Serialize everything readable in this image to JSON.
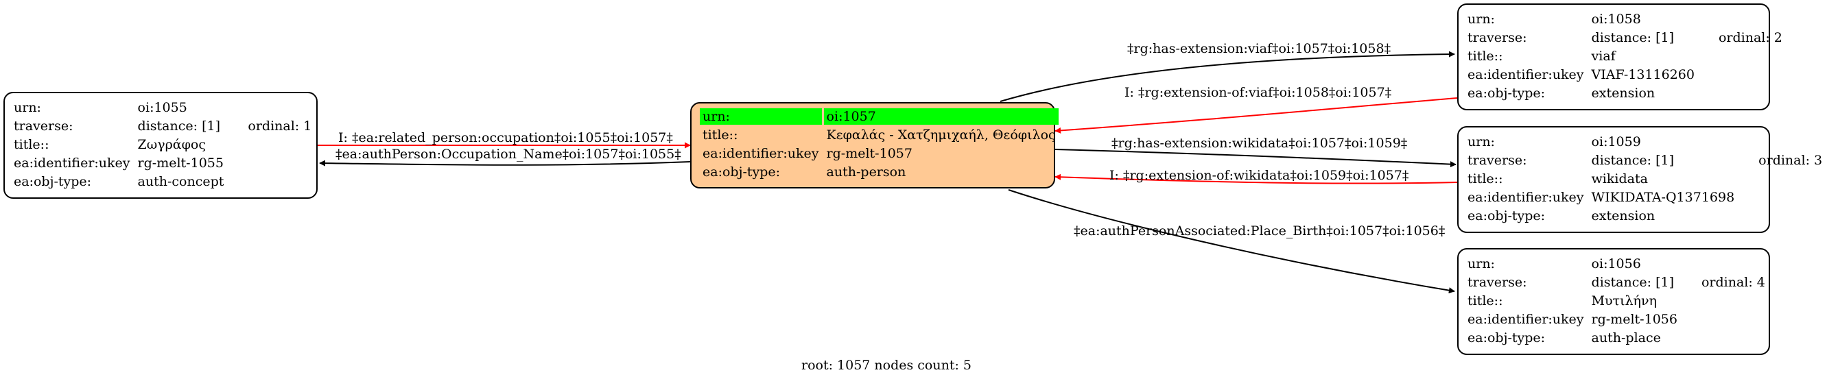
{
  "nodes": {
    "n1055": {
      "rows": [
        {
          "key": "urn:",
          "value": "oi:1055"
        },
        {
          "key": "traverse:",
          "value": "distance: [1]",
          "extra": "ordinal: 1"
        },
        {
          "key": "title::",
          "value": "Ζωγράφος"
        },
        {
          "key": "ea:identifier:ukey",
          "value": "rg-melt-1055"
        },
        {
          "key": "ea:obj-type:",
          "value": "auth-concept"
        }
      ]
    },
    "n1057": {
      "rows": [
        {
          "key": "urn:",
          "value": "oi:1057"
        },
        {
          "key": "title::",
          "value": "Κεφαλάς - Χατζημιχαήλ, Θεόφιλος"
        },
        {
          "key": "ea:identifier:ukey",
          "value": "rg-melt-1057"
        },
        {
          "key": "ea:obj-type:",
          "value": "auth-person"
        }
      ]
    },
    "n1058": {
      "rows": [
        {
          "key": "urn:",
          "value": "oi:1058"
        },
        {
          "key": "traverse:",
          "value": "distance: [1]",
          "extra": "ordinal: 2"
        },
        {
          "key": "title::",
          "value": "viaf"
        },
        {
          "key": "ea:identifier:ukey",
          "value": "VIAF-13116260"
        },
        {
          "key": "ea:obj-type:",
          "value": "extension"
        }
      ]
    },
    "n1059": {
      "rows": [
        {
          "key": "urn:",
          "value": "oi:1059"
        },
        {
          "key": "traverse:",
          "value": "distance: [1]",
          "extra": "ordinal: 3"
        },
        {
          "key": "title::",
          "value": "wikidata"
        },
        {
          "key": "ea:identifier:ukey",
          "value": "WIKIDATA-Q1371698"
        },
        {
          "key": "ea:obj-type:",
          "value": "extension"
        }
      ]
    },
    "n1056": {
      "rows": [
        {
          "key": "urn:",
          "value": "oi:1056"
        },
        {
          "key": "traverse:",
          "value": "distance: [1]",
          "extra": "ordinal: 4"
        },
        {
          "key": "title::",
          "value": "Μυτιλήνη"
        },
        {
          "key": "ea:identifier:ukey",
          "value": "rg-melt-1056"
        },
        {
          "key": "ea:obj-type:",
          "value": "auth-place"
        }
      ]
    }
  },
  "edges": {
    "related_person": "I: ‡ea:related_person:occupation‡oi:1055‡oi:1057‡",
    "auth_occupation": "‡ea:authPerson:Occupation_Name‡oi:1057‡oi:1055‡",
    "has_ext_viaf": "‡rg:has-extension:viaf‡oi:1057‡oi:1058‡",
    "ext_of_viaf": "I: ‡rg:extension-of:viaf‡oi:1058‡oi:1057‡",
    "has_ext_wikidata": "‡rg:has-extension:wikidata‡oi:1057‡oi:1059‡",
    "ext_of_wikidata": "I: ‡rg:extension-of:wikidata‡oi:1059‡oi:1057‡",
    "place_birth": "‡ea:authPersonAssociated:Place_Birth‡oi:1057‡oi:1056‡"
  },
  "colors": {
    "root_fill": "#ffc994",
    "root_highlight": "#00ff00",
    "inverse_edge": "#ff0000",
    "edge": "#000000"
  },
  "caption": "root: 1057 nodes count: 5"
}
